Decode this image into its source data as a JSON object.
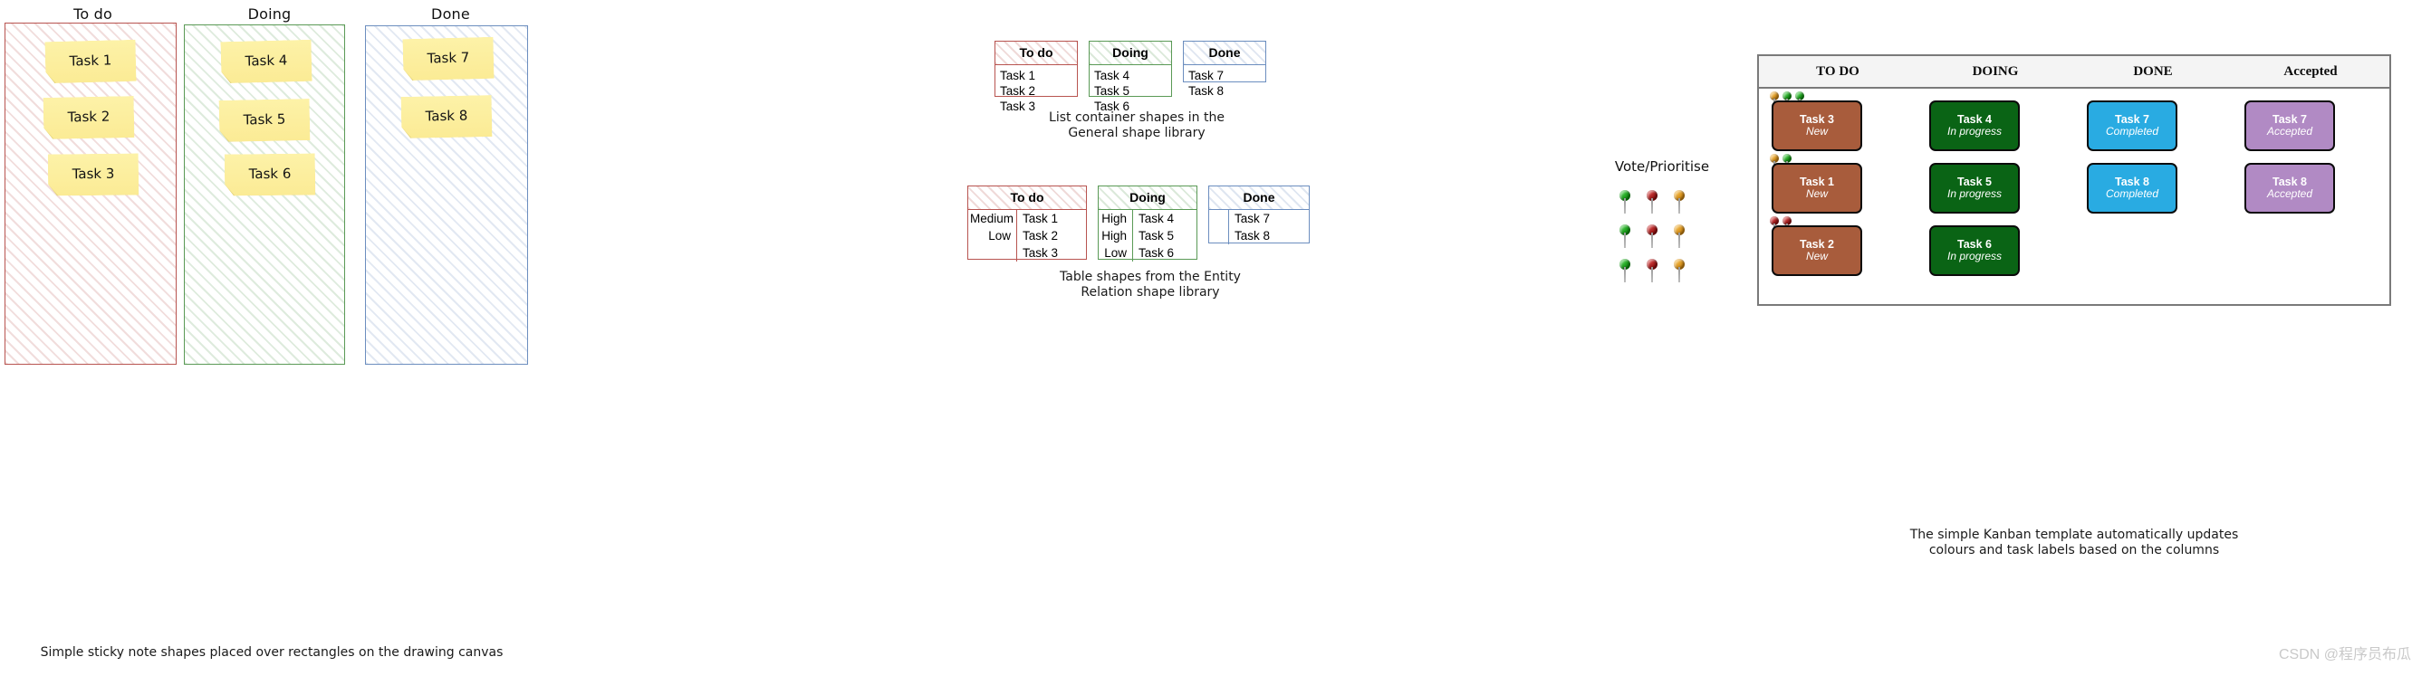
{
  "sticky_section": {
    "columns": [
      {
        "title": "To do",
        "color": "#b85450",
        "notes": [
          "Task 1",
          "Task 2",
          "Task 3"
        ]
      },
      {
        "title": "Doing",
        "color": "#5a9a56",
        "notes": [
          "Task 4",
          "Task 5",
          "Task 6"
        ]
      },
      {
        "title": "Done",
        "color": "#6c8ebf",
        "notes": [
          "Task 7",
          "Task 8"
        ]
      }
    ],
    "caption": "Simple sticky note shapes placed over rectangles on the drawing canvas"
  },
  "list_containers": {
    "caption": "List container shapes in the\nGeneral shape library",
    "lists": [
      {
        "header": "To do",
        "color": "#b85450",
        "items": [
          "Task 1",
          "Task 2",
          "Task 3"
        ]
      },
      {
        "header": "Doing",
        "color": "#5a9a56",
        "items": [
          "Task 4",
          "Task 5",
          "Task 6"
        ]
      },
      {
        "header": "Done",
        "color": "#6c8ebf",
        "items": [
          "Task 7",
          "Task 8"
        ]
      }
    ]
  },
  "tables": {
    "caption": "Table shapes from the Entity\nRelation shape library",
    "tables": [
      {
        "header": "To do",
        "color": "#b85450",
        "rows": [
          {
            "priority": "Medium",
            "task": "Task 1"
          },
          {
            "priority": "Low",
            "task": "Task 2"
          },
          {
            "priority": "",
            "task": "Task 3"
          }
        ]
      },
      {
        "header": "Doing",
        "color": "#5a9a56",
        "rows": [
          {
            "priority": "High",
            "task": "Task 4"
          },
          {
            "priority": "High",
            "task": "Task 5"
          },
          {
            "priority": "Low",
            "task": "Task 6"
          }
        ]
      },
      {
        "header": "Done",
        "color": "#6c8ebf",
        "rows": [
          {
            "priority": "",
            "task": "Task 7"
          },
          {
            "priority": "",
            "task": "Task 8"
          }
        ]
      }
    ]
  },
  "vote": {
    "title": "Vote/Prioritise",
    "rows": [
      [
        "green",
        "red",
        "orange"
      ],
      [
        "green",
        "red",
        "orange"
      ],
      [
        "green",
        "red",
        "orange"
      ]
    ],
    "colors": {
      "green": "#17a117",
      "red": "#a81616",
      "orange": "#d79a1c"
    }
  },
  "kanban": {
    "headers": [
      "TO DO",
      "DOING",
      "DONE",
      "Accepted"
    ],
    "caption": "The simple Kanban template automatically updates\ncolours and task labels based on the columns",
    "columns": [
      {
        "name": "TO DO",
        "color": "#a85c3c",
        "cards": [
          {
            "title": "Task 3",
            "status": "New",
            "pins": [
              "orange",
              "green",
              "green"
            ]
          },
          {
            "title": "Task 1",
            "status": "New",
            "pins": [
              "orange",
              "green"
            ]
          },
          {
            "title": "Task 2",
            "status": "New",
            "pins": [
              "red",
              "red"
            ]
          }
        ]
      },
      {
        "name": "DOING",
        "color": "#0a6415",
        "cards": [
          {
            "title": "Task 4",
            "status": "In progress",
            "pins": []
          },
          {
            "title": "Task 5",
            "status": "In progress",
            "pins": []
          },
          {
            "title": "Task 6",
            "status": "In progress",
            "pins": []
          }
        ]
      },
      {
        "name": "DONE",
        "color": "#29abe2",
        "cards": [
          {
            "title": "Task 7",
            "status": "Completed",
            "pins": []
          },
          {
            "title": "Task 8",
            "status": "Completed",
            "pins": []
          }
        ]
      },
      {
        "name": "Accepted",
        "color": "#b18ac4",
        "cards": [
          {
            "title": "Task 7",
            "status": "Accepted",
            "pins": []
          },
          {
            "title": "Task 8",
            "status": "Accepted",
            "pins": []
          }
        ]
      }
    ]
  },
  "watermark": "CSDN @程序员布瓜"
}
